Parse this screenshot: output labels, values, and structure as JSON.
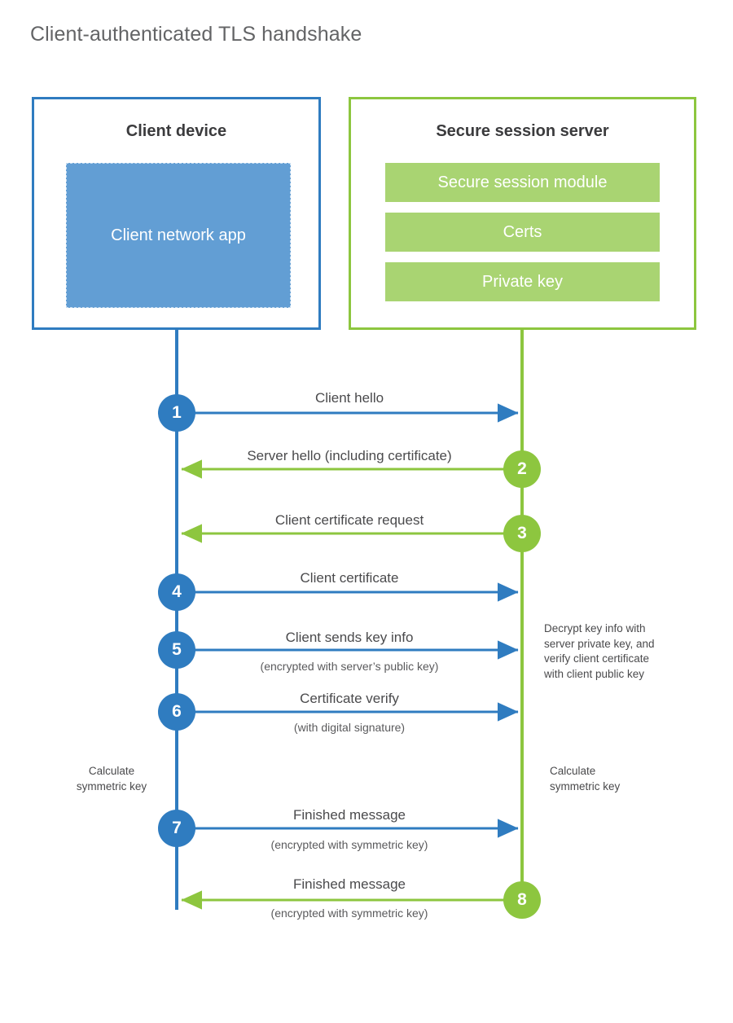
{
  "title": "Client-authenticated TLS handshake",
  "colors": {
    "client_accent": "#2f7cc0",
    "server_accent": "#8dc63f",
    "client_app_fill": "#629ed4",
    "server_bar_fill": "#a9d472",
    "title_text": "#636466",
    "label_text": "#4a4a4c",
    "background": "#ffffff"
  },
  "actors": {
    "client": {
      "title": "Client device",
      "app_label": "Client network app"
    },
    "server": {
      "title": "Secure session server",
      "modules": [
        "Secure session module",
        "Certs",
        "Private key"
      ]
    }
  },
  "steps": [
    {
      "number": "1",
      "label": "Client hello",
      "sub": "",
      "from": "client",
      "to": "server"
    },
    {
      "number": "2",
      "label": "Server hello (including certificate)",
      "sub": "",
      "from": "server",
      "to": "client"
    },
    {
      "number": "3",
      "label": "Client certificate request",
      "sub": "",
      "from": "server",
      "to": "client"
    },
    {
      "number": "4",
      "label": "Client certificate",
      "sub": "",
      "from": "client",
      "to": "server"
    },
    {
      "number": "5",
      "label": "Client sends key info",
      "sub": "(encrypted with server’s public key)",
      "from": "client",
      "to": "server"
    },
    {
      "number": "6",
      "label": "Certificate verify",
      "sub": "(with digital signature)",
      "from": "client",
      "to": "server"
    },
    {
      "number": "7",
      "label": "Finished message",
      "sub": "(encrypted with symmetric key)",
      "from": "client",
      "to": "server"
    },
    {
      "number": "8",
      "label": "Finished message",
      "sub": "(encrypted with symmetric key)",
      "from": "server",
      "to": "client"
    }
  ],
  "notes": {
    "server_decrypt": "Decrypt key info with\nserver private key, and\nverify client certificate\nwith client public key",
    "client_calculate": "Calculate\nsymmetric key",
    "server_calculate": "Calculate\nsymmetric key"
  }
}
